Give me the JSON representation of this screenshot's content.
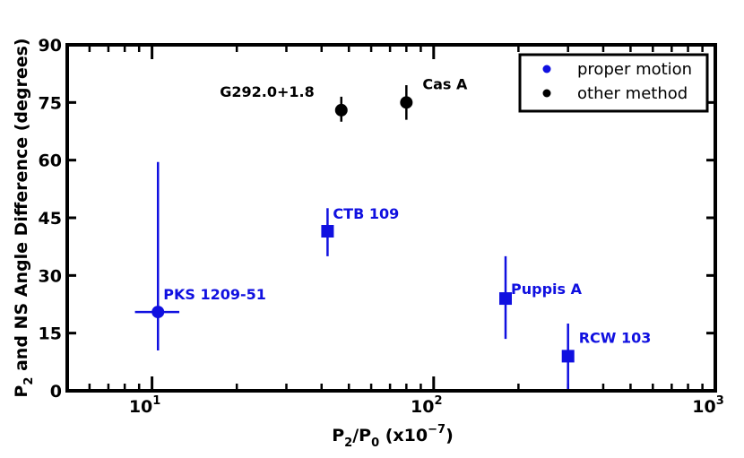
{
  "chart_data": {
    "type": "scatter",
    "xlabel_main": "P",
    "xlabel_sub2": "2",
    "xlabel_slash": "/P",
    "xlabel_sub0": "0",
    "xlabel_tail": " (x10",
    "xlabel_exp": "−7",
    "xlabel_close": ")",
    "ylabel_main": "P",
    "ylabel_sub": "2",
    "ylabel_tail": " and NS Angle Difference (degrees)",
    "xscale": "log",
    "xlim": [
      5,
      1000
    ],
    "ylim": [
      0,
      90
    ],
    "x_ticks": [
      {
        "base": "10",
        "exp": "1",
        "value": 10
      },
      {
        "base": "10",
        "exp": "2",
        "value": 100
      },
      {
        "base": "10",
        "exp": "3",
        "value": 1000
      }
    ],
    "y_ticks": [
      "0",
      "15",
      "30",
      "45",
      "60",
      "75",
      "90"
    ],
    "y_tick_values": [
      0,
      15,
      30,
      45,
      60,
      75,
      90
    ],
    "legend_position": "top-right",
    "legend": [
      {
        "label": "proper motion",
        "color": "#1010e0"
      },
      {
        "label": "other method",
        "color": "#000000"
      }
    ],
    "series": [
      {
        "name": "proper motion",
        "color": "#1010e0",
        "points": [
          {
            "label": "PKS 1209-51",
            "x": 10.5,
            "y": 20.5,
            "yerr": [
              10.5,
              59.5
            ],
            "xerr": [
              8.7,
              12.5
            ],
            "marker": "circle"
          },
          {
            "label": "CTB 109",
            "x": 42,
            "y": 41.5,
            "yerr": [
              35,
              47.5
            ],
            "marker": "square"
          },
          {
            "label": "Puppis A",
            "x": 180,
            "y": 24,
            "yerr": [
              13.5,
              35
            ],
            "marker": "square"
          },
          {
            "label": "RCW 103",
            "x": 300,
            "y": 9,
            "yerr": [
              0,
              17.5
            ],
            "marker": "square"
          }
        ]
      },
      {
        "name": "other method",
        "color": "#000000",
        "points": [
          {
            "label": "G292.0+1.8",
            "x": 47,
            "y": 73,
            "yerr": [
              70,
              76.5
            ],
            "marker": "circle"
          },
          {
            "label": "Cas A",
            "x": 80,
            "y": 75,
            "yerr": [
              70.5,
              79.5
            ],
            "marker": "circle"
          }
        ]
      }
    ]
  }
}
